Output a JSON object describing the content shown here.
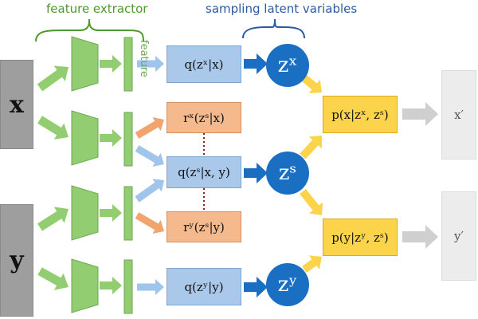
{
  "labels": {
    "feature_extractor": "feature extractor",
    "sampling_latent": "sampling latent variables",
    "feature": "feature"
  },
  "inputs": {
    "x": "x",
    "y": "y"
  },
  "posteriors": {
    "qx": "q(zˣ|x)",
    "qs": "q(zˢ|x, y)",
    "qy": "q(zʸ|y)"
  },
  "aux": {
    "rx": "rˣ(zˢ|x)",
    "ry": "rʸ(zˢ|y)"
  },
  "latents": {
    "zx": "zˣ",
    "zs": "zˢ",
    "zy": "zʸ"
  },
  "decoders": {
    "px": "p(x|zˣ, zˢ)",
    "py": "p(y|zʸ, zˢ)"
  },
  "outputs": {
    "x_prime": "x′",
    "y_prime": "y′"
  },
  "colors": {
    "green_arrow": "#93cd72",
    "blue_light_arrow": "#9fc6ea",
    "blue_dark_arrow": "#1a6fc2",
    "orange_arrow": "#f2a46f",
    "yellow_arrow": "#fbd44c",
    "gray_arrow": "#cfcfcf"
  }
}
